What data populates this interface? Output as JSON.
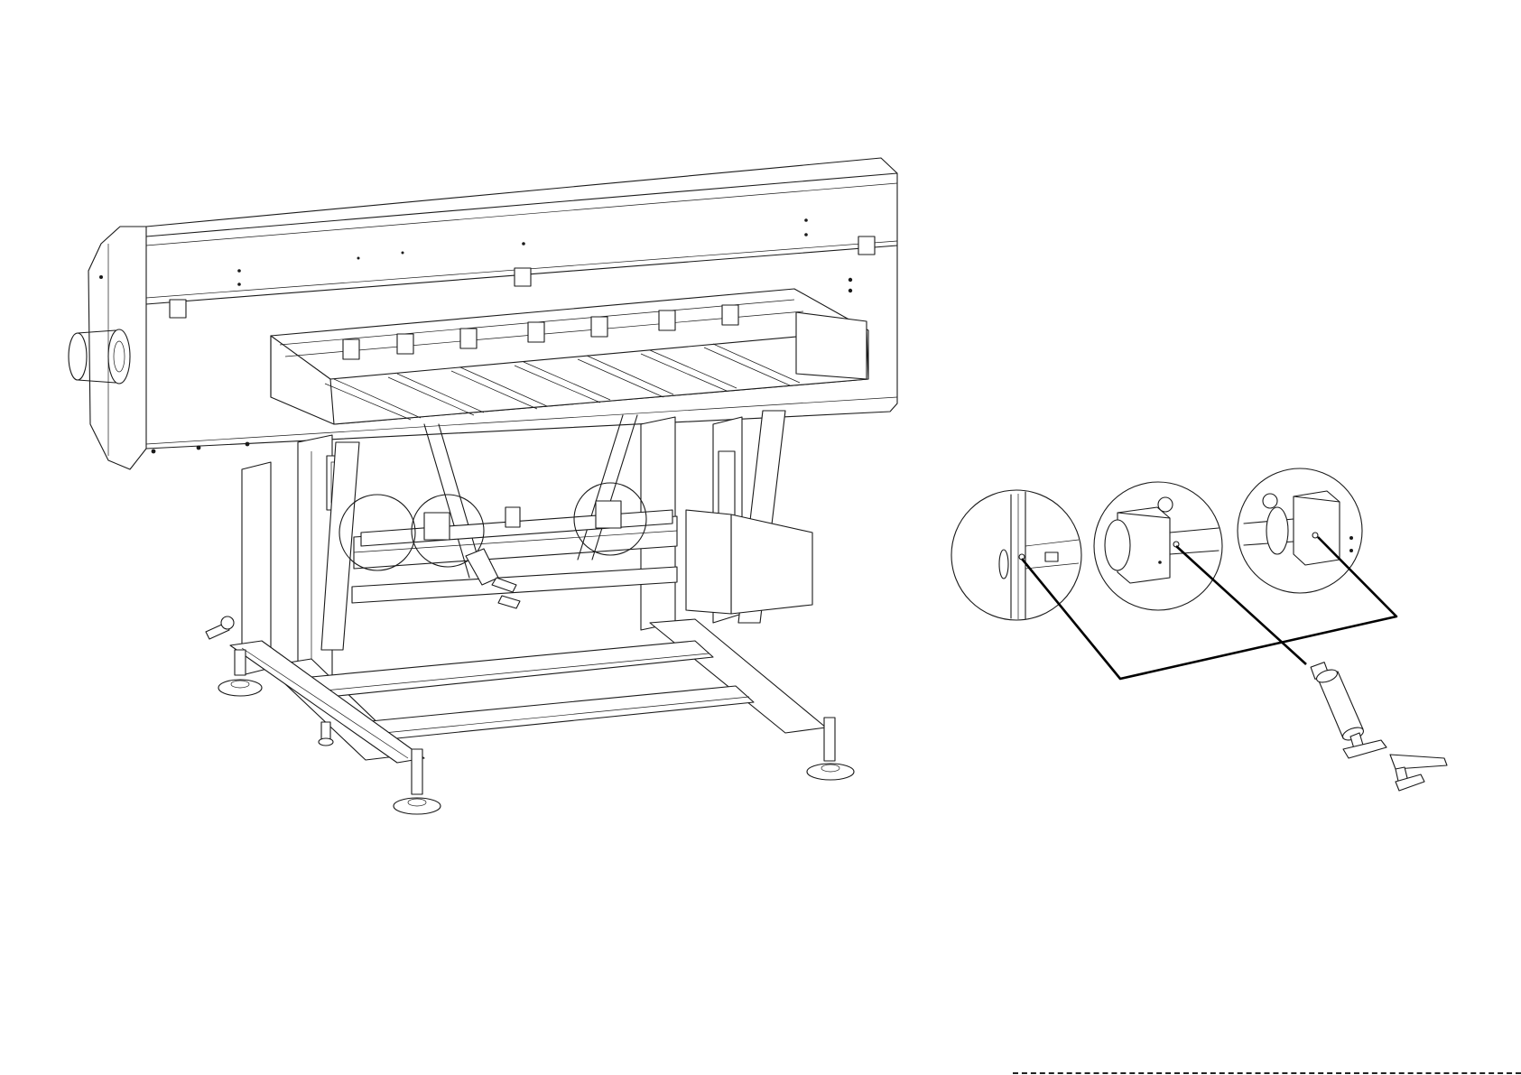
{
  "figure": {
    "main_view": "bar-feeder-assembly",
    "detail_view": "lubrication-points-detail",
    "detail_count": 3,
    "colors": {
      "line": "#1a1a1a",
      "leader": "#000000",
      "background": "#ffffff"
    },
    "icons": [
      "grease-gun-icon",
      "adjustable-foot-icon",
      "lock-handle-icon"
    ]
  }
}
